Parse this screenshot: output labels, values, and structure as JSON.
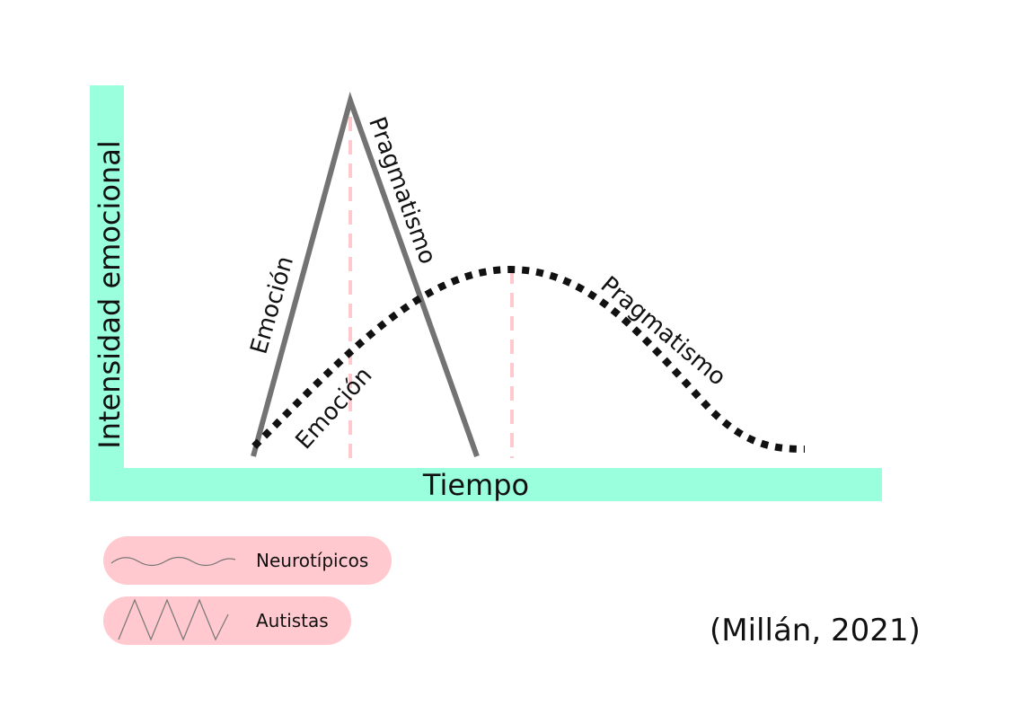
{
  "axes": {
    "y_label": "Intensidad emocional",
    "x_label": "Tiempo",
    "color": "#99ffdd"
  },
  "curves": {
    "autistas": {
      "color": "#737373",
      "rise_label": "Emoción",
      "fall_label": "Pragmatismo"
    },
    "neurotipicos": {
      "color": "#111111",
      "rise_label": "Emoción",
      "fall_label": "Pragmatismo"
    },
    "peak_marker_color": "#ffc9cf"
  },
  "legend": {
    "pill_color": "#ffc9cf",
    "items": [
      {
        "label": "Neurotípicos",
        "icon": "wave-line-icon"
      },
      {
        "label": "Autistas",
        "icon": "zigzag-line-icon"
      }
    ]
  },
  "citation": "(Millán, 2021)"
}
